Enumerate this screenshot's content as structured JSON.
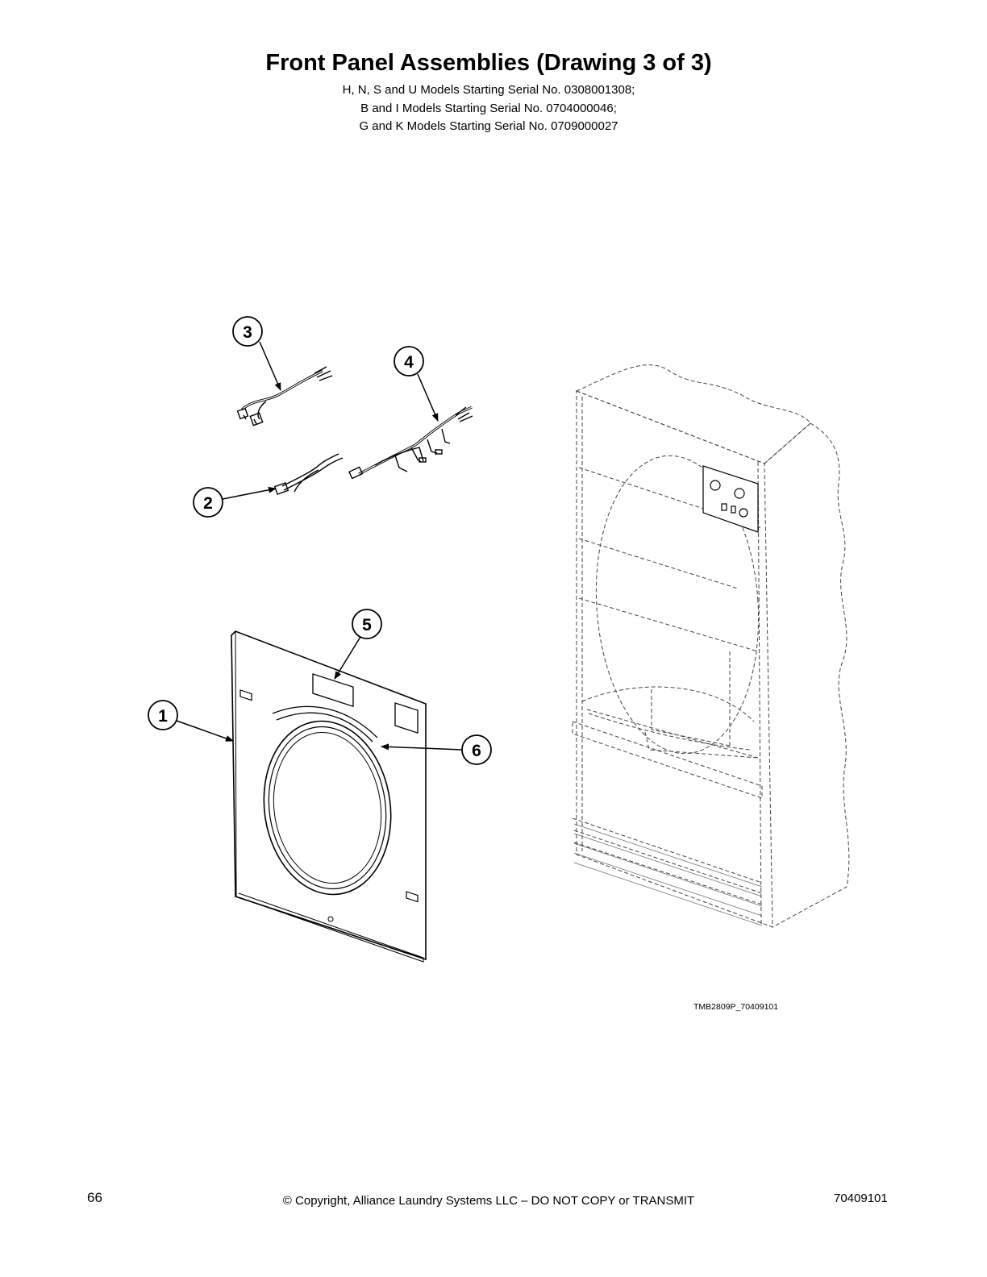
{
  "header": {
    "title": "Front Panel Assemblies (Drawing 3 of 3)",
    "subtitle_lines": [
      "H, N, S and U Models Starting Serial No. 0308001308;",
      "B and I Models Starting Serial No. 0704000046;",
      "G and K Models Starting Serial No. 0709000027"
    ]
  },
  "diagram": {
    "callouts": [
      {
        "id": "callout-3",
        "label": "3"
      },
      {
        "id": "callout-4",
        "label": "4"
      },
      {
        "id": "callout-2",
        "label": "2"
      },
      {
        "id": "callout-5",
        "label": "5"
      },
      {
        "id": "callout-1",
        "label": "1"
      },
      {
        "id": "callout-6",
        "label": "6"
      }
    ],
    "drawing_id": "TMB2809P_70409101"
  },
  "footer": {
    "page_number": "66",
    "copyright": "© Copyright, Alliance Laundry Systems LLC – DO NOT COPY or TRANSMIT",
    "document_number": "70409101"
  }
}
